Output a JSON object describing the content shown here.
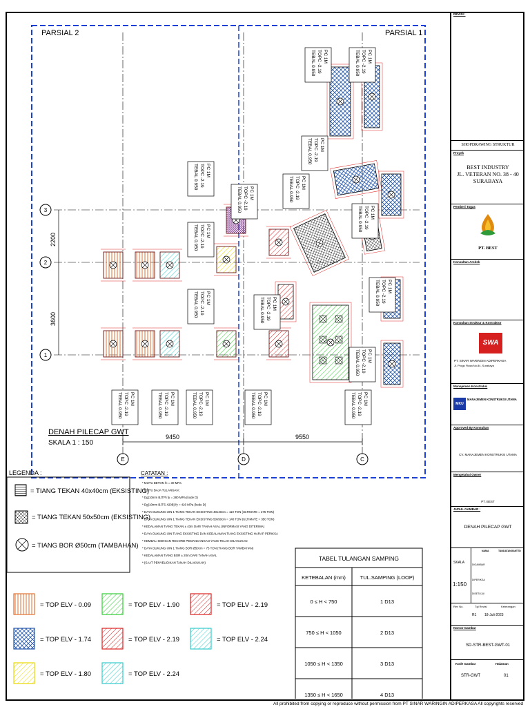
{
  "plan": {
    "parsial_left": "PARSIAL 2",
    "parsial_right": "PARSIAL 1",
    "title": "DENAH PILECAP GWT",
    "scale": "SKALA 1 : 150",
    "dims": {
      "left_span": "9450",
      "right_span": "9550",
      "v_top": "2200",
      "v_bottom": "3600"
    },
    "grid_labels": {
      "bottom": [
        "E",
        "D",
        "C"
      ],
      "left": [
        "3",
        "2",
        "1"
      ]
    }
  },
  "legend": {
    "title": "LEGENDA :",
    "items": [
      "= TIANG TEKAN 40x40cm (EKSISTING)",
      "= TIANG TEKAN 50x50cm (EKSISTING)",
      "= TIANG BOR Ø50cm (TAMBAHAN)"
    ],
    "elevations": [
      {
        "label": "= TOP ELV - 0.09",
        "color": "#e07030",
        "pattern": "vertical"
      },
      {
        "label": "= TOP ELV - 1.90",
        "color": "#33cc33",
        "pattern": "diagonal"
      },
      {
        "label": "= TOP ELV - 2.19",
        "color": "#dd2222",
        "pattern": "diagonal"
      },
      {
        "label": "= TOP ELV - 1.74",
        "color": "#2255aa",
        "pattern": "cross"
      },
      {
        "label": "= TOP ELV - 2.19",
        "color": "#dd2222",
        "pattern": "diagonal"
      },
      {
        "label": "= TOP ELV - 2.24",
        "color": "#33cccc",
        "pattern": "diagonal"
      },
      {
        "label": "= TOP ELV - 1.80",
        "color": "#e8d800",
        "pattern": "diagonal"
      },
      {
        "label": "= TOP ELV - 2.24",
        "color": "#33cccc",
        "pattern": "diagonal"
      }
    ]
  },
  "notes": {
    "title": "CATATAN :",
    "lines": [
      "MUTU BETON fc = 30 MPa",
      "MUTU BAJA TULANGAN :",
      "Dg(10mm BJTP) fy = 280 MPa (kode D)",
      "Dg(10mm BJTS 420B) fy = 420 MPa (kode D)",
      "DAYA DUKUNG IJIN 1 TIANG TEKAN EKSISTING 40x40cm = 110 TON (ULTIMATE = 275 TON)",
      "DAYA DUKUNG IJIN 1 TIANG TEKAN EKSISTING 50x50cm = 140 TON (ULTIMATE = 350 TON)",
      "KEDALAMAN TIANG TEKAN ± 43m DARI TANAH ASAL (INFORMASI YANG DITERIMA)",
      "DAYA DUKUNG IJIN TIANG EKSISTING DAN KEDALAMAN TIANG EKSISTING HARAP PERIKSA",
      "KEMBALI DENGAN RECORD PEMANCANGAN YANG TELAH DILAKUKAN",
      "DAYA DUKUNG IJIN 1 TIANG BOR Ø50cm = 75 TON (TIANG BOR TAMBAHAN)",
      "KEDALAMAN TIANG BOR ± 20m DARI TANAH ASAL",
      "(SAAT PENYELIDIKAN TANAH DILAKUKAN)"
    ]
  },
  "table": {
    "title": "TABEL TULANGAN SAMPING",
    "headers": [
      "KETEBALAN (mm)",
      "TUL.SAMPING (LOOP)"
    ],
    "rows": [
      [
        "0 ≤ H < 750",
        "1 D13"
      ],
      [
        "750 ≤ H < 1050",
        "2 D13"
      ],
      [
        "1050 ≤ H < 1350",
        "3 D13"
      ],
      [
        "1350 ≤ H < 1650",
        "4 D13"
      ]
    ]
  },
  "pc_label": {
    "line1": "PC 1M",
    "line2": "TOPC -2.19",
    "line3": "TEBAL 0.950"
  },
  "titleblock": {
    "revisi": "REVISI :",
    "drawing_type": "SHOPDRAWING STRUKTUR",
    "proyek_label": "Proyek",
    "project": [
      "BEST INDUSTRY",
      "JL. VETERAN NO. 38 - 40",
      "SURABAYA"
    ],
    "pemberi_tugas": "Pemberi Tugas",
    "owner": "PT. BEST",
    "konsultan_arsitek": "Konsultan Arsitek",
    "konsultan_struktur": "Konsultan Struktur & Kontraktor",
    "contractor": "PT. SINAR WARINGIN ADIPERKASA",
    "contractor_addr": "Jl. Progo Fiasa No.84, Surabaya",
    "contractor_logo": "SWA",
    "manajemen_label": "Manajemen Konstruksi",
    "mk_name": "MANAJEMEN KONSTRUKSI UTAMA",
    "mk_logo": "MKU",
    "approved_label": "Approved By Konsultan",
    "approved_name": "CV. MANAJEMEN KONSTRUKSI UTAMA",
    "mengetahui": "Mengetahui Owner",
    "mengetahui_name": "PT. BEST",
    "judul_label": "JUDUL GAMBAR :",
    "judul": "DENAH PILECAP GWT",
    "skala_label": "SKALA",
    "skala": "1:150",
    "sign_headers": [
      "NAMA",
      "TANDATANGAN",
      "TTD"
    ],
    "sign_roles": [
      "DIGAMBAR",
      "DIPERIKSA",
      "DISETUJUI"
    ],
    "rev_headers": [
      "Rev No.",
      "Tgl Revisi",
      "Keterangan"
    ],
    "rev_row": [
      "R1",
      "18-Juli-2023",
      ""
    ],
    "nomor_label": "Nomor Gambar",
    "nomor": "SD-STR-BEST-GWT-01",
    "kode_label": "Kode Gambar",
    "kode": "STR-GWT",
    "halaman_label": "Halaman",
    "halaman": "01"
  },
  "footer": "All prohibited from copying or reproduce without permission from PT SINAR WARINGIN ADIPERKASA All copyrights reserved"
}
